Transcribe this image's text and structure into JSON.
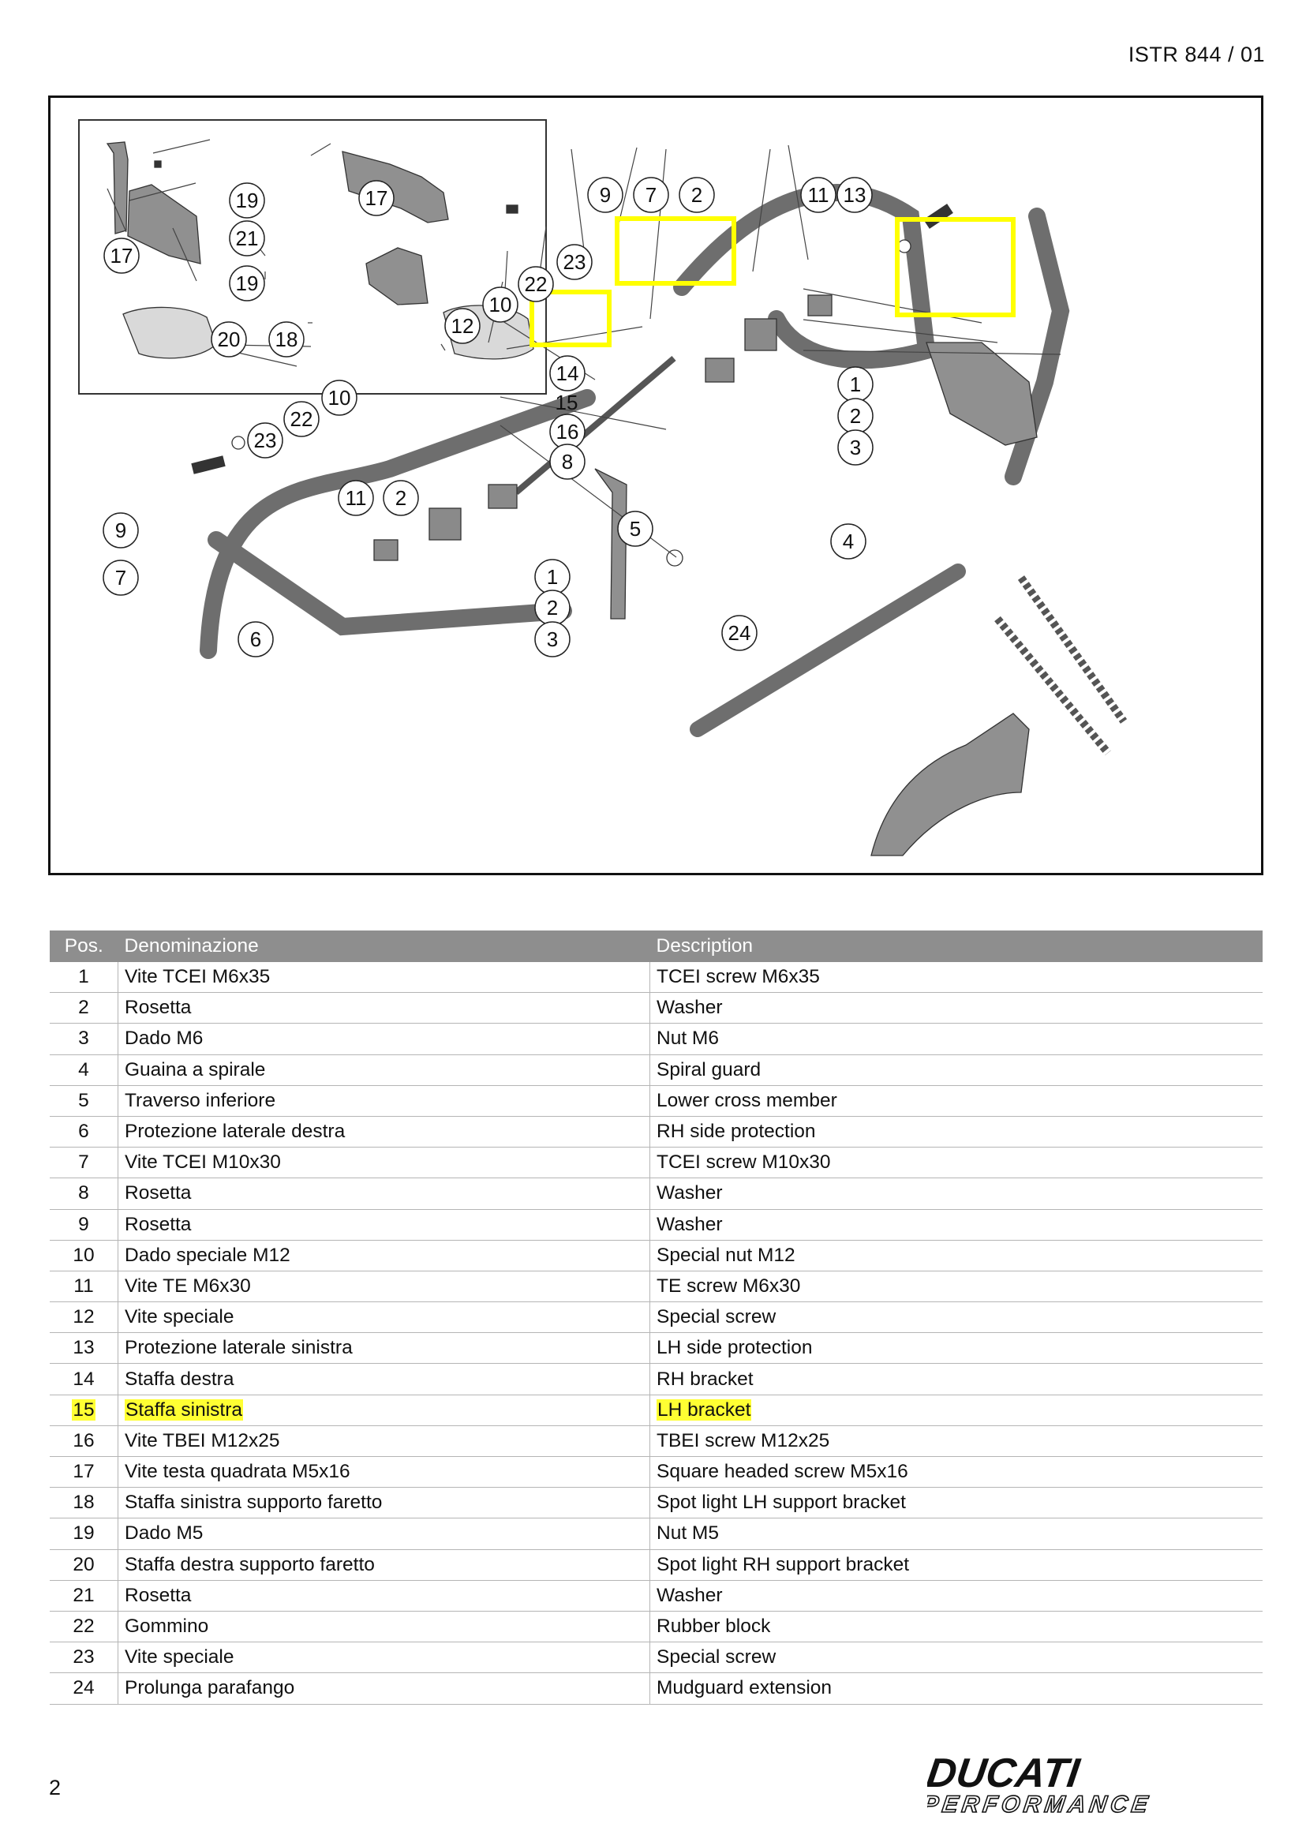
{
  "header": {
    "doc_code": "ISTR 844 / 01"
  },
  "diagram": {
    "callouts": [
      "19",
      "17",
      "21",
      "17",
      "19",
      "20",
      "18",
      "9",
      "7",
      "2",
      "11",
      "13",
      "23",
      "22",
      "10",
      "12",
      "14",
      "15",
      "16",
      "8",
      "1",
      "2",
      "3",
      "10",
      "22",
      "23",
      "11",
      "2",
      "9",
      "7",
      "5",
      "4",
      "1",
      "2",
      "3",
      "6",
      "24"
    ],
    "highlight_color": "#ffff00"
  },
  "table": {
    "headers": {
      "pos": "Pos.",
      "it": "Denominazione",
      "en": "Description"
    },
    "highlight_row": "15",
    "rows": [
      {
        "pos": "1",
        "it": "Vite TCEI M6x35",
        "en": "TCEI screw M6x35"
      },
      {
        "pos": "2",
        "it": "Rosetta",
        "en": "Washer"
      },
      {
        "pos": "3",
        "it": "Dado M6",
        "en": "Nut M6"
      },
      {
        "pos": "4",
        "it": "Guaina a spirale",
        "en": "Spiral guard"
      },
      {
        "pos": "5",
        "it": "Traverso inferiore",
        "en": "Lower cross member"
      },
      {
        "pos": "6",
        "it": "Protezione laterale destra",
        "en": "RH side protection"
      },
      {
        "pos": "7",
        "it": "Vite TCEI M10x30",
        "en": "TCEI screw M10x30"
      },
      {
        "pos": "8",
        "it": "Rosetta",
        "en": "Washer"
      },
      {
        "pos": "9",
        "it": "Rosetta",
        "en": "Washer"
      },
      {
        "pos": "10",
        "it": "Dado speciale M12",
        "en": "Special nut M12"
      },
      {
        "pos": "11",
        "it": "Vite TE M6x30",
        "en": "TE screw M6x30"
      },
      {
        "pos": "12",
        "it": "Vite speciale",
        "en": "Special screw"
      },
      {
        "pos": "13",
        "it": "Protezione laterale sinistra",
        "en": "LH side protection"
      },
      {
        "pos": "14",
        "it": "Staffa destra",
        "en": "RH bracket"
      },
      {
        "pos": "15",
        "it": "Staffa sinistra",
        "en": "LH bracket"
      },
      {
        "pos": "16",
        "it": "Vite TBEI M12x25",
        "en": "TBEI screw M12x25"
      },
      {
        "pos": "17",
        "it": "Vite testa quadrata M5x16",
        "en": "Square headed screw M5x16"
      },
      {
        "pos": "18",
        "it": "Staffa sinistra supporto faretto",
        "en": "Spot light LH support bracket"
      },
      {
        "pos": "19",
        "it": "Dado M5",
        "en": "Nut M5"
      },
      {
        "pos": "20",
        "it": "Staffa destra supporto faretto",
        "en": "Spot light RH support bracket"
      },
      {
        "pos": "21",
        "it": "Rosetta",
        "en": "Washer"
      },
      {
        "pos": "22",
        "it": "Gommino",
        "en": "Rubber block"
      },
      {
        "pos": "23",
        "it": "Vite speciale",
        "en": "Special screw"
      },
      {
        "pos": "24",
        "it": "Prolunga  parafango",
        "en": "Mudguard extension"
      }
    ]
  },
  "footer": {
    "page_number": "2",
    "logo_main": "DUCATI",
    "logo_sub": "PERFORMANCE"
  }
}
